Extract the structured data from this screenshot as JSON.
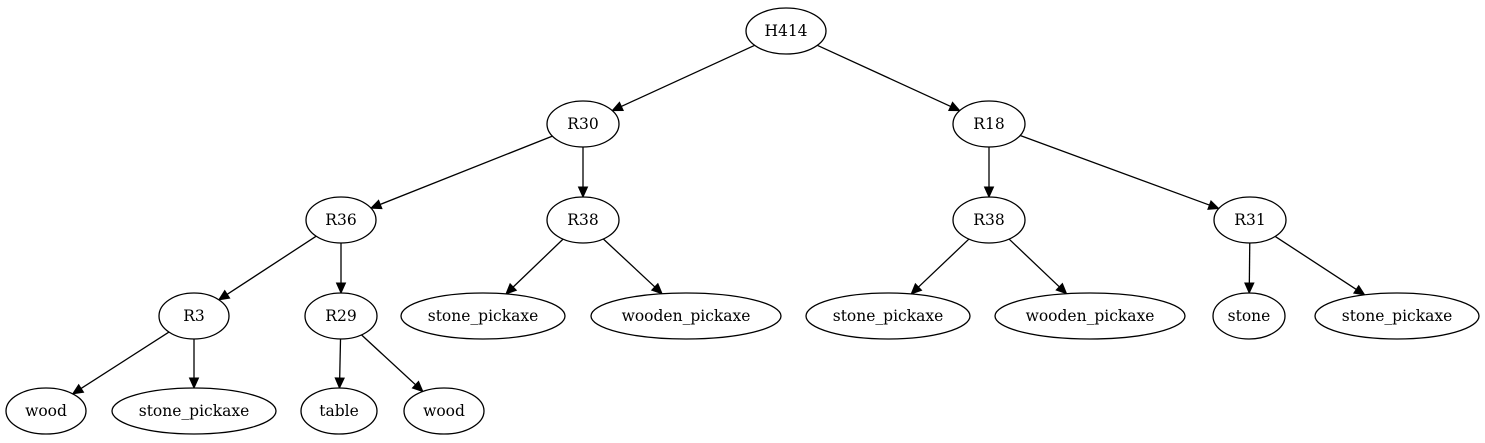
{
  "tree": {
    "nodes": [
      {
        "id": "n0",
        "label": "H414"
      },
      {
        "id": "n1",
        "label": "R30"
      },
      {
        "id": "n2",
        "label": "R18"
      },
      {
        "id": "n3",
        "label": "R36"
      },
      {
        "id": "n4",
        "label": "R38"
      },
      {
        "id": "n5",
        "label": "R3"
      },
      {
        "id": "n6",
        "label": "R29"
      },
      {
        "id": "n7",
        "label": "wood"
      },
      {
        "id": "n8",
        "label": "stone_pickaxe"
      },
      {
        "id": "n9",
        "label": "table"
      },
      {
        "id": "n10",
        "label": "wood"
      },
      {
        "id": "n11",
        "label": "stone_pickaxe"
      },
      {
        "id": "n12",
        "label": "wooden_pickaxe"
      },
      {
        "id": "n13",
        "label": "R38"
      },
      {
        "id": "n14",
        "label": "R31"
      },
      {
        "id": "n15",
        "label": "stone_pickaxe"
      },
      {
        "id": "n16",
        "label": "wooden_pickaxe"
      },
      {
        "id": "n17",
        "label": "stone"
      },
      {
        "id": "n18",
        "label": "stone_pickaxe"
      }
    ],
    "edges": [
      {
        "from": "n0",
        "to": "n1"
      },
      {
        "from": "n0",
        "to": "n2"
      },
      {
        "from": "n1",
        "to": "n3"
      },
      {
        "from": "n1",
        "to": "n4"
      },
      {
        "from": "n3",
        "to": "n5"
      },
      {
        "from": "n3",
        "to": "n6"
      },
      {
        "from": "n5",
        "to": "n7"
      },
      {
        "from": "n5",
        "to": "n8"
      },
      {
        "from": "n6",
        "to": "n9"
      },
      {
        "from": "n6",
        "to": "n10"
      },
      {
        "from": "n4",
        "to": "n11"
      },
      {
        "from": "n4",
        "to": "n12"
      },
      {
        "from": "n2",
        "to": "n13"
      },
      {
        "from": "n2",
        "to": "n14"
      },
      {
        "from": "n13",
        "to": "n15"
      },
      {
        "from": "n13",
        "to": "n16"
      },
      {
        "from": "n14",
        "to": "n17"
      },
      {
        "from": "n14",
        "to": "n18"
      }
    ]
  }
}
